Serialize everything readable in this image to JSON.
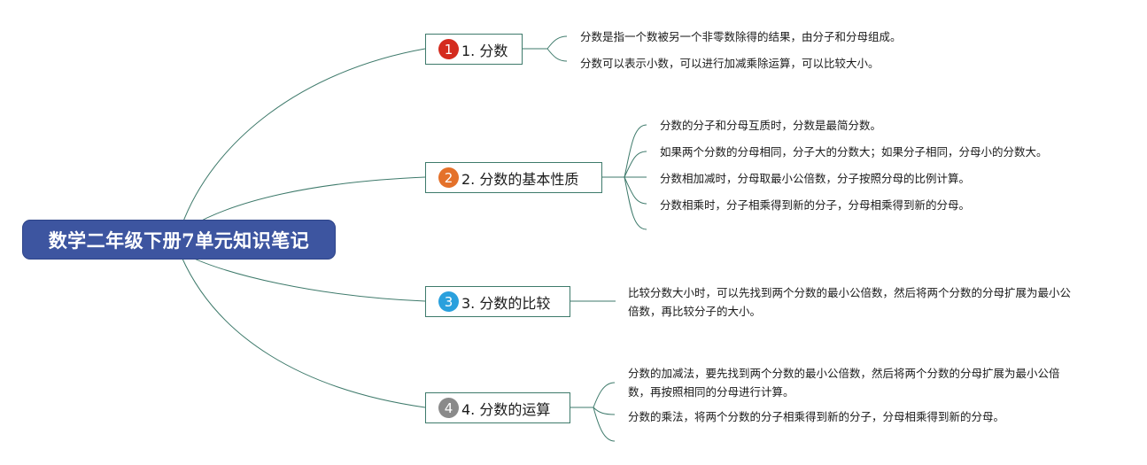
{
  "colors": {
    "root_fill": "#3d55a0",
    "line": "#3e7a6b",
    "badge_1": "#d42b1e",
    "badge_2": "#e4712a",
    "badge_3": "#2aa0dd",
    "badge_4": "#8a8a8a"
  },
  "root": {
    "title": "数学二年级下册7单元知识笔记"
  },
  "topics": [
    {
      "number": "1",
      "label": "1. 分数",
      "notes": [
        "分数是指一个数被另一个非零数除得的结果，由分子和分母组成。",
        "分数可以表示小数，可以进行加减乘除运算，可以比较大小。"
      ]
    },
    {
      "number": "2",
      "label": "2. 分数的基本性质",
      "notes": [
        "分数的分子和分母互质时，分数是最简分数。",
        "如果两个分数的分母相同，分子大的分数大；如果分子相同，分母小的分数大。",
        "分数相加减时，分母取最小公倍数，分子按照分母的比例计算。",
        "分数相乘时，分子相乘得到新的分子，分母相乘得到新的分母。"
      ]
    },
    {
      "number": "3",
      "label": "3. 分数的比较",
      "notes": [
        "比较分数大小时，可以先找到两个分数的最小公倍数，然后将两个分数的分母扩展为最小公倍数，再比较分子的大小。"
      ]
    },
    {
      "number": "4",
      "label": "4. 分数的运算",
      "notes": [
        "分数的加减法，要先找到两个分数的最小公倍数，然后将两个分数的分母扩展为最小公倍数，再按照相同的分母进行计算。",
        "分数的乘法，将两个分数的分子相乘得到新的分子，分母相乘得到新的分母。"
      ]
    }
  ]
}
